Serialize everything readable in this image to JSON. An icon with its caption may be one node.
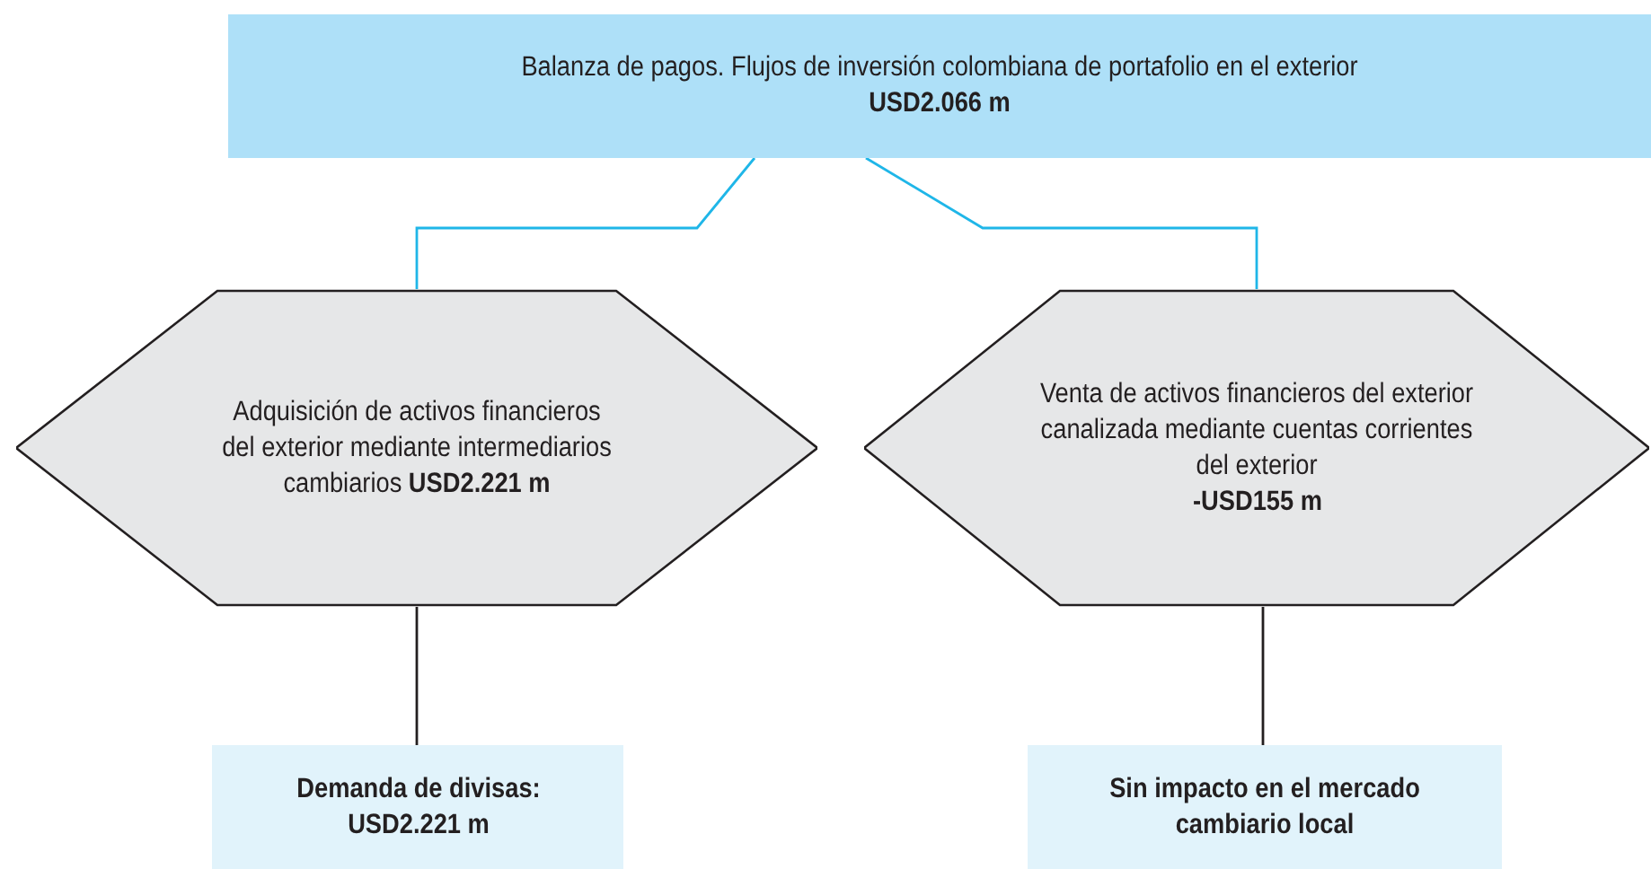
{
  "diagram": {
    "nodes": [
      {
        "text": [
          "Balanza de pagos. Flujos de inversión colombiana de portafolio en el exterior",
          "USD2.066 m"
        ]
      },
      {
        "text": [
          "Adquisición de activos financieros del exterior mediante intermediarios cambiarios **USD2.221 m**"
        ]
      },
      {
        "text": [
          "Venta de activos financieros del exterior canalizada mediante cuentas corrientes del exterior",
          "-USD155 m"
        ]
      },
      {
        "text": [
          "Demanda de divisas: USD2.221 m"
        ]
      },
      {
        "text": [
          "Sin impacto en el mercado cambiario local"
        ]
      }
    ],
    "edges": [
      {
        "from": 0,
        "to": 1,
        "arrow": "none",
        "color": "#1fb6e8"
      },
      {
        "from": 0,
        "to": 2,
        "arrow": "none",
        "color": "#1fb6e8"
      },
      {
        "from": 1,
        "to": 3,
        "arrow": "none",
        "color": "#231f20"
      },
      {
        "from": 2,
        "to": 4,
        "arrow": "none",
        "color": "#231f20"
      }
    ]
  }
}
